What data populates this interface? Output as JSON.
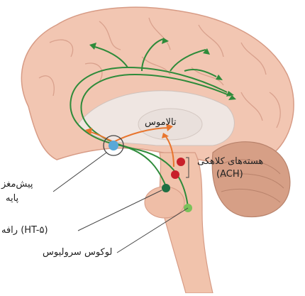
{
  "labels": {
    "thalamus": "تالاموس",
    "pedunculopontine_line1": "هسته‌های کلاهکی",
    "pedunculopontine_line2": "(ACH)",
    "basal_forebrain_line1": "پیش‌مغز",
    "basal_forebrain_line2": "پایه",
    "raphe": "رافه (HT-۵)",
    "locus_coeruleus": "لوکوس سرولیوس"
  },
  "colors": {
    "pathway_green": "#2e8b3a",
    "pathway_dark_green": "#1f6f42",
    "pathway_orange": "#e8752e",
    "nucleus_red": "#c8202a",
    "nucleus_blue": "#5aa8d8",
    "cortex": "#f2c6b2",
    "cortex_outline": "#d79b85",
    "brainstem": "#f1c3ac",
    "cerebellum": "#d69f86",
    "thalamus_region": "#efe6e2"
  }
}
